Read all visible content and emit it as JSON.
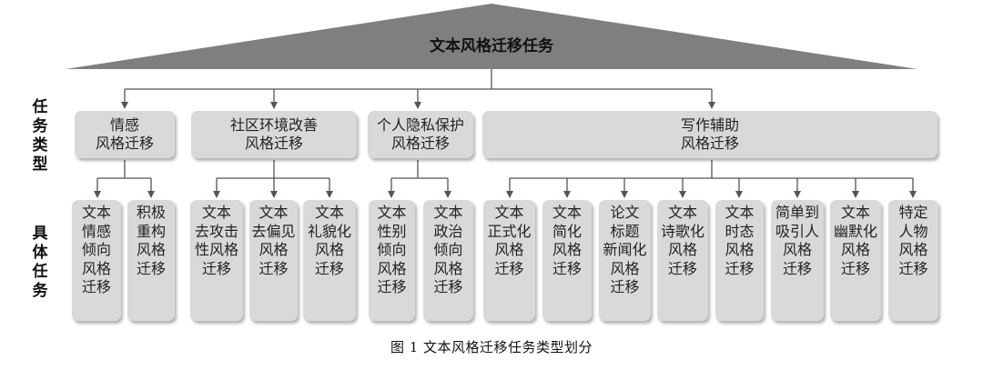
{
  "root": {
    "label": "文本风格迁移任务",
    "color": "#7f7f7f"
  },
  "side_labels": {
    "category": "任\n务\n类\n型",
    "specific": "具\n体\n任\n务"
  },
  "categories": [
    {
      "label": "情感\n风格迁移"
    },
    {
      "label": "社区环境改善\n风格迁移"
    },
    {
      "label": "个人隐私保护\n风格迁移"
    },
    {
      "label": "写作辅助\n风格迁移"
    }
  ],
  "tasks": [
    {
      "label": "文本\n情感\n倾向\n风格\n迁移"
    },
    {
      "label": "积极\n重构\n风格\n迁移"
    },
    {
      "label": "文本\n去攻击\n性风格\n迁移"
    },
    {
      "label": "文本\n去偏见\n风格\n迁移"
    },
    {
      "label": "文本\n礼貌化\n风格\n迁移"
    },
    {
      "label": "文本\n性别\n倾向\n风格\n迁移"
    },
    {
      "label": "文本\n政治\n倾向\n风格\n迁移"
    },
    {
      "label": "文本\n正式化\n风格\n迁移"
    },
    {
      "label": "文本\n简化\n风格\n迁移"
    },
    {
      "label": "论文\n标题\n新闻化\n风格\n迁移"
    },
    {
      "label": "文本\n诗歌化\n风格\n迁移"
    },
    {
      "label": "文本\n时态\n风格\n迁移"
    },
    {
      "label": "简单到\n吸引人\n风格\n迁移"
    },
    {
      "label": "文本\n幽默化\n风格\n迁移"
    },
    {
      "label": "特定\n人物\n风格\n迁移"
    }
  ],
  "caption": "图 1   文本风格迁移任务类型划分",
  "colors": {
    "box": "#d9d9d9",
    "line": "#555555",
    "root": "#7f7f7f"
  }
}
